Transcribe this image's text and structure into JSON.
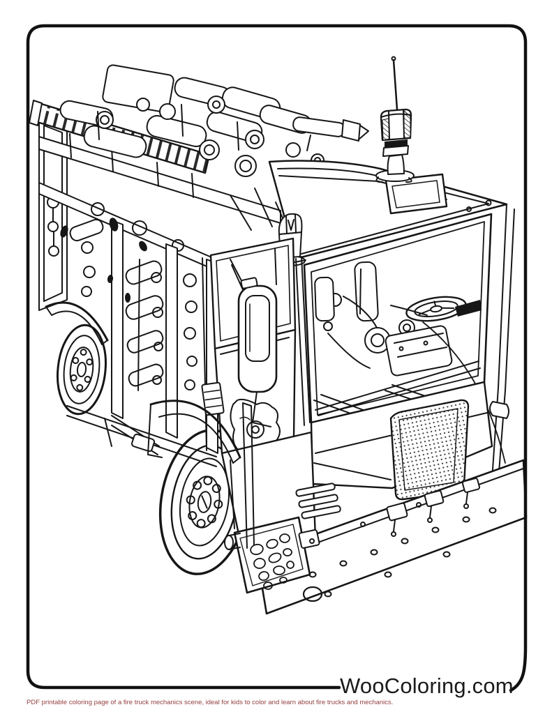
{
  "document": {
    "illustration_alt": "Black and white line-art coloring page of a fire truck with exposed pump mechanics, viewed from the front-right in three-quarter perspective, with roof-mounted machinery, beacon light, mirror, mesh grille, front bumper and wheels",
    "watermark": "WooColoring.com",
    "caption": "PDF printable coloring page of a fire truck mechanics scene, ideal for kids to color and learn about fire trucks and mechanics.",
    "colors": {
      "line_art": "#161616",
      "caption_text": "#944040",
      "page_background": "#ffffff"
    }
  }
}
